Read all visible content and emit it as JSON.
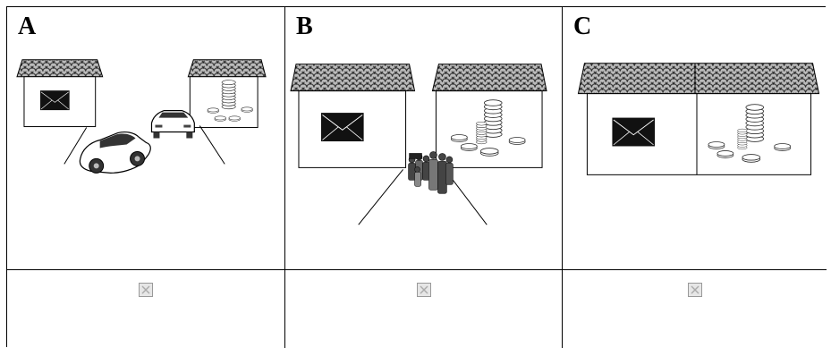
{
  "panels": [
    {
      "label": "A",
      "choice_icon": "broken-image-icon"
    },
    {
      "label": "B",
      "choice_icon": "broken-image-icon"
    },
    {
      "label": "C",
      "choice_icon": "broken-image-icon"
    }
  ]
}
